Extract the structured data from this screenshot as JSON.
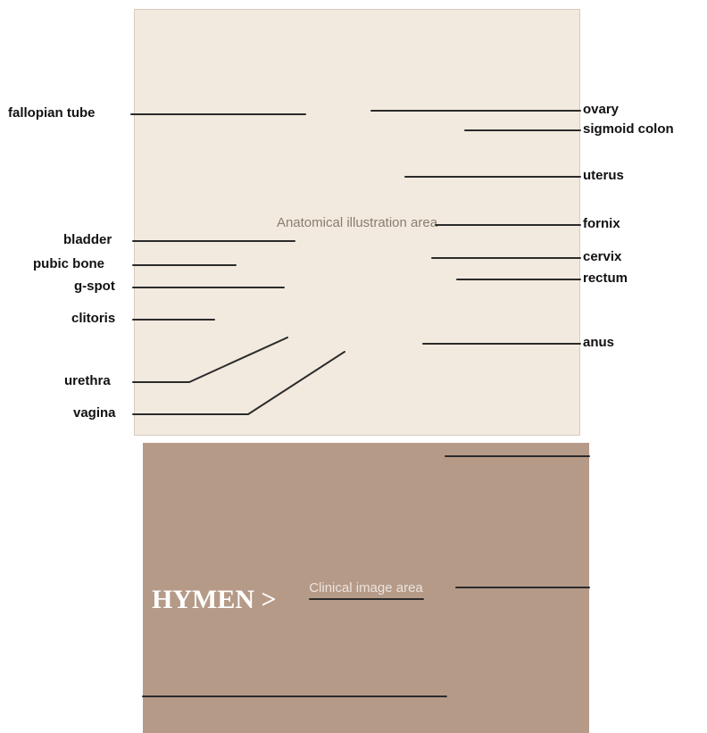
{
  "labels": {
    "fallopian_tube": "fallopian tube",
    "bladder": "bladder",
    "pubic_bone": "pubic bone",
    "g_spot": "g-spot",
    "clitoris": "clitoris",
    "urethra": "urethra",
    "vagina": "vagina",
    "ovary": "ovary",
    "sigmoid_colon": "sigmoid colon",
    "uterus": "uterus",
    "fornix": "fornix",
    "cervix": "cervix",
    "rectum": "rectum",
    "anus": "anus",
    "hymen": "HYMEN >"
  },
  "colors": {
    "label": "#111111",
    "leader_line": "#2b2b2b",
    "photo_label": "#ffffff"
  }
}
